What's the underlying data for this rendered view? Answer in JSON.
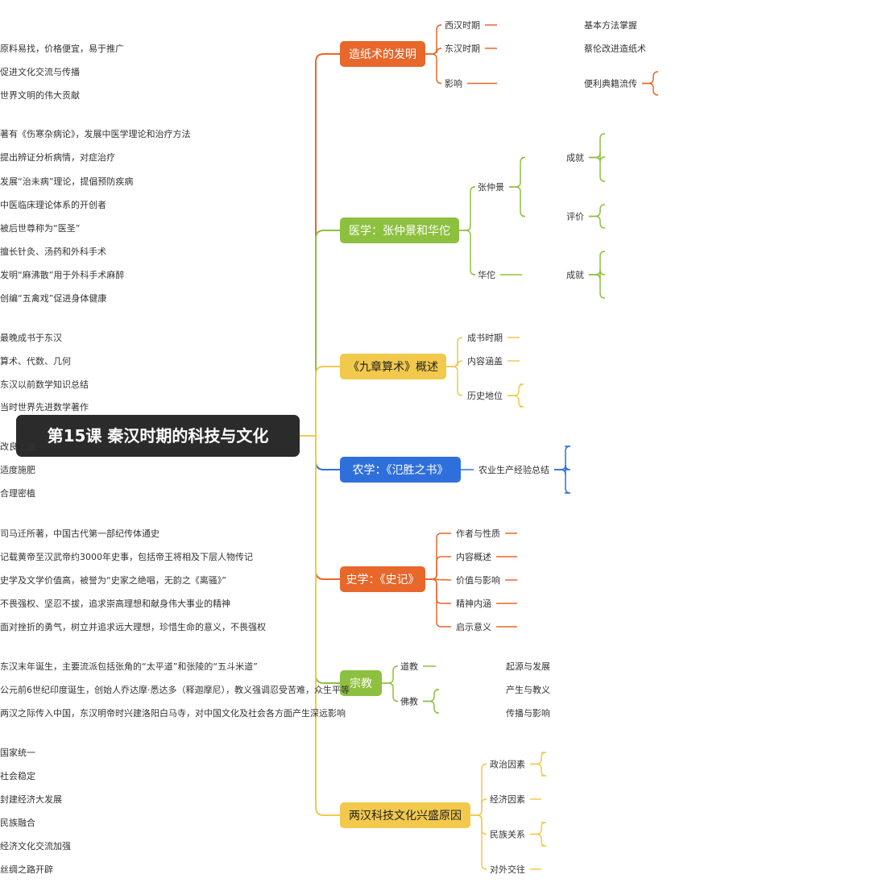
{
  "root": {
    "label": "第15课 秦汉时期的科技与文化",
    "color": "#2b2b2b"
  },
  "branches": [
    {
      "id": "papermaking",
      "label": "造纸术的发明",
      "color": "#e8672a",
      "text_color": "#ffffff",
      "children": [
        {
          "label": "西汉时期",
          "children": [
            {
              "label": "基本方法掌握"
            }
          ]
        },
        {
          "label": "东汉时期",
          "children": [
            {
              "label": "蔡伦改进造纸术",
              "children": [
                {
                  "label": "原料易找，价格便宜，易于推广"
                }
              ]
            }
          ]
        },
        {
          "label": "影响",
          "children": [
            {
              "label": "便利典籍流传",
              "children": [
                {
                  "label": "促进文化交流与传播"
                },
                {
                  "label": "世界文明的伟大贡献"
                }
              ]
            }
          ]
        }
      ]
    },
    {
      "id": "medicine",
      "label": "医学：张仲景和华佗",
      "color": "#8dc03f",
      "text_color": "#ffffff",
      "children": [
        {
          "label": "张仲景",
          "children": [
            {
              "label": "成就",
              "children": [
                {
                  "label": "著有《伤寒杂病论》，发展中医学理论和治疗方法"
                },
                {
                  "label": "提出辨证分析病情，对症治疗"
                },
                {
                  "label": "发展“治未病”理论，提倡预防疾病"
                }
              ]
            },
            {
              "label": "评价",
              "children": [
                {
                  "label": "中医临床理论体系的开创者"
                },
                {
                  "label": "被后世尊称为“医圣”"
                }
              ]
            }
          ]
        },
        {
          "label": "华佗",
          "children": [
            {
              "label": "成就",
              "children": [
                {
                  "label": "擅长针灸、汤药和外科手术"
                },
                {
                  "label": "发明“麻沸散”用于外科手术麻醉"
                },
                {
                  "label": "创编“五禽戏”促进身体健康"
                }
              ]
            }
          ]
        }
      ]
    },
    {
      "id": "math",
      "label": "《九章算术》概述",
      "color": "#f2c94c",
      "text_color": "#222222",
      "children": [
        {
          "label": "成书时期",
          "children": [
            {
              "label": "最晚成书于东汉"
            }
          ]
        },
        {
          "label": "内容涵盖",
          "children": [
            {
              "label": "算术、代数、几何"
            }
          ]
        },
        {
          "label": "历史地位",
          "children": [
            {
              "label": "东汉以前数学知识总结"
            },
            {
              "label": "当时世界先进数学著作"
            }
          ]
        }
      ]
    },
    {
      "id": "agriculture",
      "label": "农学：《氾胜之书》",
      "color": "#2f6fdb",
      "text_color": "#ffffff",
      "children": [
        {
          "label": "农业生产经验总结",
          "children": [
            {
              "label": "改良土壤"
            },
            {
              "label": "适度施肥"
            },
            {
              "label": "合理密植"
            }
          ]
        }
      ]
    },
    {
      "id": "history",
      "label": "史学：《史记》",
      "color": "#e8672a",
      "text_color": "#ffffff",
      "children": [
        {
          "label": "作者与性质",
          "children": [
            {
              "label": "司马迁所著，中国古代第一部纪传体通史"
            }
          ]
        },
        {
          "label": "内容概述",
          "children": [
            {
              "label": "记载黄帝至汉武帝约3000年史事，包括帝王将相及下层人物传记"
            }
          ]
        },
        {
          "label": "价值与影响",
          "children": [
            {
              "label": "史学及文学价值高，被誉为“史家之绝唱，无韵之《离骚》”"
            }
          ]
        },
        {
          "label": "精神内涵",
          "children": [
            {
              "label": "不畏强权、坚忍不拔，追求崇高理想和献身伟大事业的精神"
            }
          ]
        },
        {
          "label": "启示意义",
          "children": [
            {
              "label": "面对挫折的勇气，树立并追求远大理想，珍惜生命的意义，不畏强权"
            }
          ]
        }
      ]
    },
    {
      "id": "religion",
      "label": "宗教",
      "color": "#8dc03f",
      "text_color": "#ffffff",
      "children": [
        {
          "label": "道教",
          "children": [
            {
              "label": "起源与发展",
              "children": [
                {
                  "label": "东汉末年诞生，主要流派包括张角的“太平道”和张陵的“五斗米道”"
                }
              ]
            }
          ]
        },
        {
          "label": "佛教",
          "children": [
            {
              "label": "产生与教义",
              "children": [
                {
                  "label": "公元前6世纪印度诞生，创始人乔达摩·悉达多（释迦摩尼），教义强调忍受苦难，众生平等"
                }
              ]
            },
            {
              "label": "传播与影响",
              "children": [
                {
                  "label": "两汉之际传入中国，东汉明帝时兴建洛阳白马寺，对中国文化及社会各方面产生深远影响"
                }
              ]
            }
          ]
        }
      ]
    },
    {
      "id": "reasons",
      "label": "两汉科技文化兴盛原因",
      "color": "#f2c94c",
      "text_color": "#222222",
      "children": [
        {
          "label": "政治因素",
          "children": [
            {
              "label": "国家统一"
            },
            {
              "label": "社会稳定"
            }
          ]
        },
        {
          "label": "经济因素",
          "children": [
            {
              "label": "封建经济大发展"
            }
          ]
        },
        {
          "label": "民族关系",
          "children": [
            {
              "label": "民族融合"
            },
            {
              "label": "经济文化交流加强"
            }
          ]
        },
        {
          "label": "对外交往",
          "children": [
            {
              "label": "丝绸之路开辟"
            }
          ]
        }
      ]
    }
  ]
}
